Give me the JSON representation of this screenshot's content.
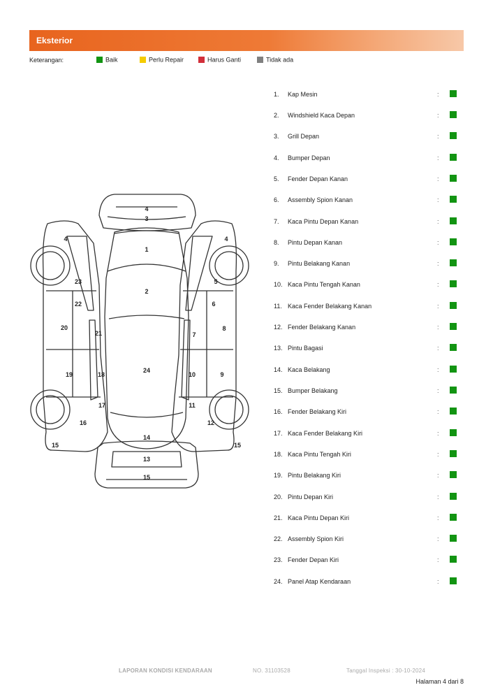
{
  "section": {
    "title": "Eksterior"
  },
  "legend": {
    "label": "Keterangan:",
    "items": [
      {
        "label": "Baik",
        "color": "#129412"
      },
      {
        "label": "Perlu Repair",
        "color": "#f5cc00"
      },
      {
        "label": "Harus Ganti",
        "color": "#d22f3a"
      },
      {
        "label": "Tidak ada",
        "color": "#808080"
      }
    ]
  },
  "diagram": {
    "labels": [
      "4",
      "3",
      "1",
      "2",
      "24",
      "14",
      "13",
      "15",
      "4",
      "23",
      "22",
      "20",
      "21",
      "19",
      "18",
      "17",
      "16",
      "15",
      "4",
      "5",
      "6",
      "7",
      "8",
      "10",
      "9",
      "11",
      "12",
      "15"
    ]
  },
  "items": [
    {
      "num": "1.",
      "name": "Kap Mesin",
      "colon": ":",
      "status": "Baik"
    },
    {
      "num": "2.",
      "name": "Windshield Kaca Depan",
      "colon": ":",
      "status": "Baik"
    },
    {
      "num": "3.",
      "name": "Grill Depan",
      "colon": ":",
      "status": "Baik"
    },
    {
      "num": "4.",
      "name": "Bumper Depan",
      "colon": ":",
      "status": "Baik"
    },
    {
      "num": "5.",
      "name": "Fender Depan Kanan",
      "colon": ":",
      "status": "Baik"
    },
    {
      "num": "6.",
      "name": "Assembly Spion Kanan",
      "colon": ":",
      "status": "Baik"
    },
    {
      "num": "7.",
      "name": "Kaca Pintu Depan Kanan",
      "colon": ":",
      "status": "Baik"
    },
    {
      "num": "8.",
      "name": "Pintu Depan Kanan",
      "colon": ":",
      "status": "Baik"
    },
    {
      "num": "9.",
      "name": "Pintu Belakang Kanan",
      "colon": ":",
      "status": "Baik"
    },
    {
      "num": "10.",
      "name": "Kaca Pintu Tengah Kanan",
      "colon": ":",
      "status": "Baik"
    },
    {
      "num": "11.",
      "name": "Kaca Fender Belakang Kanan",
      "colon": ":",
      "status": "Baik"
    },
    {
      "num": "12.",
      "name": "Fender Belakang Kanan",
      "colon": ":",
      "status": "Baik"
    },
    {
      "num": "13.",
      "name": "Pintu Bagasi",
      "colon": ":",
      "status": "Baik"
    },
    {
      "num": "14.",
      "name": "Kaca Belakang",
      "colon": ":",
      "status": "Baik"
    },
    {
      "num": "15.",
      "name": "Bumper Belakang",
      "colon": ":",
      "status": "Baik"
    },
    {
      "num": "16.",
      "name": "Fender Belakang Kiri",
      "colon": ":",
      "status": "Baik"
    },
    {
      "num": "17.",
      "name": "Kaca Fender Belakang Kiri",
      "colon": ":",
      "status": "Baik"
    },
    {
      "num": "18.",
      "name": "Kaca Pintu Tengah Kiri",
      "colon": ":",
      "status": "Baik"
    },
    {
      "num": "19.",
      "name": "Pintu Belakang Kiri",
      "colon": ":",
      "status": "Baik"
    },
    {
      "num": "20.",
      "name": "Pintu Depan Kiri",
      "colon": ":",
      "status": "Baik"
    },
    {
      "num": "21.",
      "name": "Kaca Pintu Depan Kiri",
      "colon": ":",
      "status": "Baik"
    },
    {
      "num": "22.",
      "name": "Assembly Spion Kiri",
      "colon": ":",
      "status": "Baik"
    },
    {
      "num": "23.",
      "name": "Fender Depan Kiri",
      "colon": ":",
      "status": "Baik"
    },
    {
      "num": "24.",
      "name": "Panel Atap Kendaraan",
      "colon": ":",
      "status": "Baik"
    }
  ],
  "footer": {
    "title": "LAPORAN KONDISI KENDARAAN",
    "number": "NO. 31103528",
    "date": "Tanggal Inspeksi : 30-10-2024",
    "page": "Halaman 4 dari 8"
  }
}
